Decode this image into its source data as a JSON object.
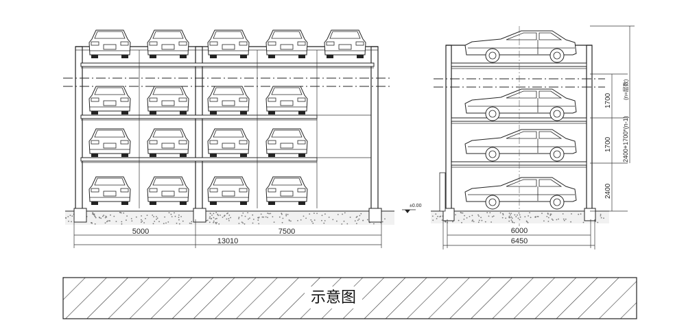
{
  "front_view": {
    "width_left": "5000",
    "width_right": "7500",
    "width_total": "13010",
    "ground_label": "±0.00"
  },
  "side_view": {
    "width_inner": "6000",
    "width_outer": "6450",
    "height_bottom": "2400",
    "height_level": "1700",
    "height_level_b": "1700",
    "height_total": "2400+1700*(n-1)",
    "height_note": "(n=层数)"
  },
  "banner": {
    "label": "示意图"
  }
}
